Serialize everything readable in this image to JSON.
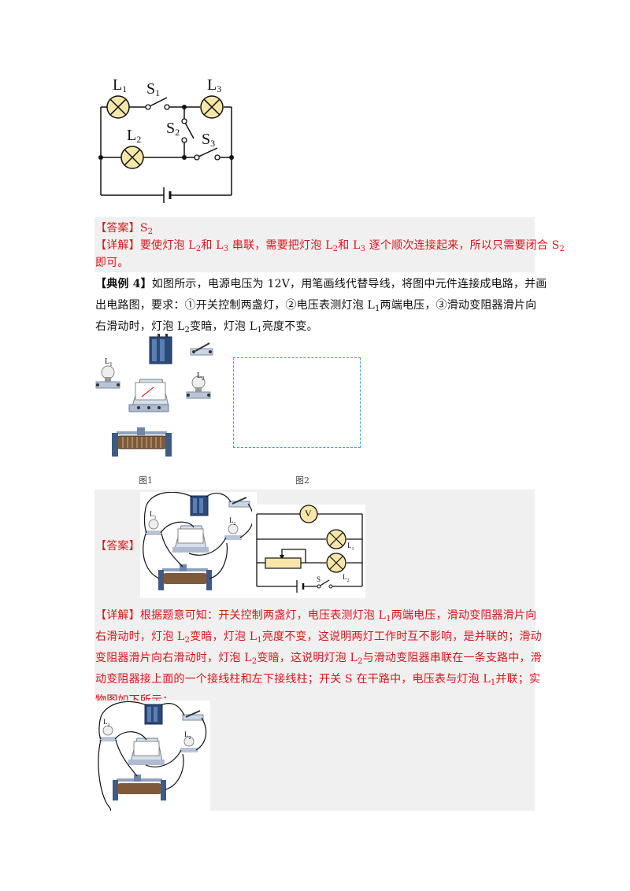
{
  "circuit1": {
    "labels": {
      "L1": "L",
      "S1": "S",
      "L3": "L",
      "S2": "S",
      "L2": "L",
      "S3": "S"
    },
    "subs": {
      "L1": "1",
      "S1": "1",
      "L3": "3",
      "S2": "2",
      "L2": "2",
      "S3": "3"
    }
  },
  "answer1": {
    "bracket": "【答案】",
    "value": "S",
    "value_sub": "2"
  },
  "detail1": {
    "bracket": "【详解】",
    "line1": {
      "t1": "要使灯泡 L",
      "s1": "2",
      "t2": "和 L",
      "s2": "3",
      "t3": " 串联，需要把灯泡 L",
      "s3": "2",
      "t4": "和 L",
      "s4": "3",
      "t5": " 逐个顺次连接起来，所以只需要闭合 S",
      "s5": "2"
    },
    "line2": "即可。"
  },
  "example4": {
    "bracket": "【典例 4】",
    "line1": "如图所示，电源电压为 12V，用笔画线代替导线，将图中元件连接成电路，并画",
    "line2": "出电路图，要求：①开关控制两盏灯，②电压表测灯泡 L",
    "line2_sub": "1",
    "line2_tail": "两端电压，③滑动变阻器滑片向",
    "line3": "右滑动时，灯泡 L",
    "line3_sub": "2",
    "line3_mid": "变暗，灯泡 L",
    "line3_sub2": "1",
    "line3_tail": "亮度不变。"
  },
  "figure": {
    "caption1": "图1",
    "caption2": "图2",
    "components": {
      "L1": "L",
      "L1_sub": "1",
      "L2": "L",
      "L2_sub": "2"
    }
  },
  "answer2": {
    "bracket": "【答案】",
    "diagram": {
      "V": "V",
      "L1": "L",
      "L1_sub": "1",
      "L2": "L",
      "L2_sub": "2",
      "S": "S"
    }
  },
  "detail2": {
    "bracket": "【详解】",
    "l1a": "根据题意可知：开关控制两盏灯，电压表测灯泡 L",
    "l1s": "1",
    "l1b": "两端电压，滑动变阻器滑片向",
    "l2a": "右滑动时，灯泡 L",
    "l2s": "2",
    "l2b": "变暗，灯泡 L",
    "l2s2": "1",
    "l2c": "亮度不变，这说明两灯工作时互不影响，是并联的；滑动",
    "l3a": "变阻器滑片向右滑动时，灯泡 L",
    "l3s": "2",
    "l3b": "变暗，这说明灯泡 L",
    "l3s2": "2",
    "l3c": "与滑动变阻器串联在一条支路中，滑",
    "l4a": "动变阻器接上面的一个接线柱和左下接线柱；开关 S 在干路中，电压表与灯泡 L",
    "l4s": "1",
    "l4b": "并联；实",
    "l5": "物图如下所示："
  },
  "colors": {
    "bulb": "#f6e7a9",
    "red": "#d9141b",
    "dash": "#2aa7df",
    "gray": "#f0f0f0"
  }
}
